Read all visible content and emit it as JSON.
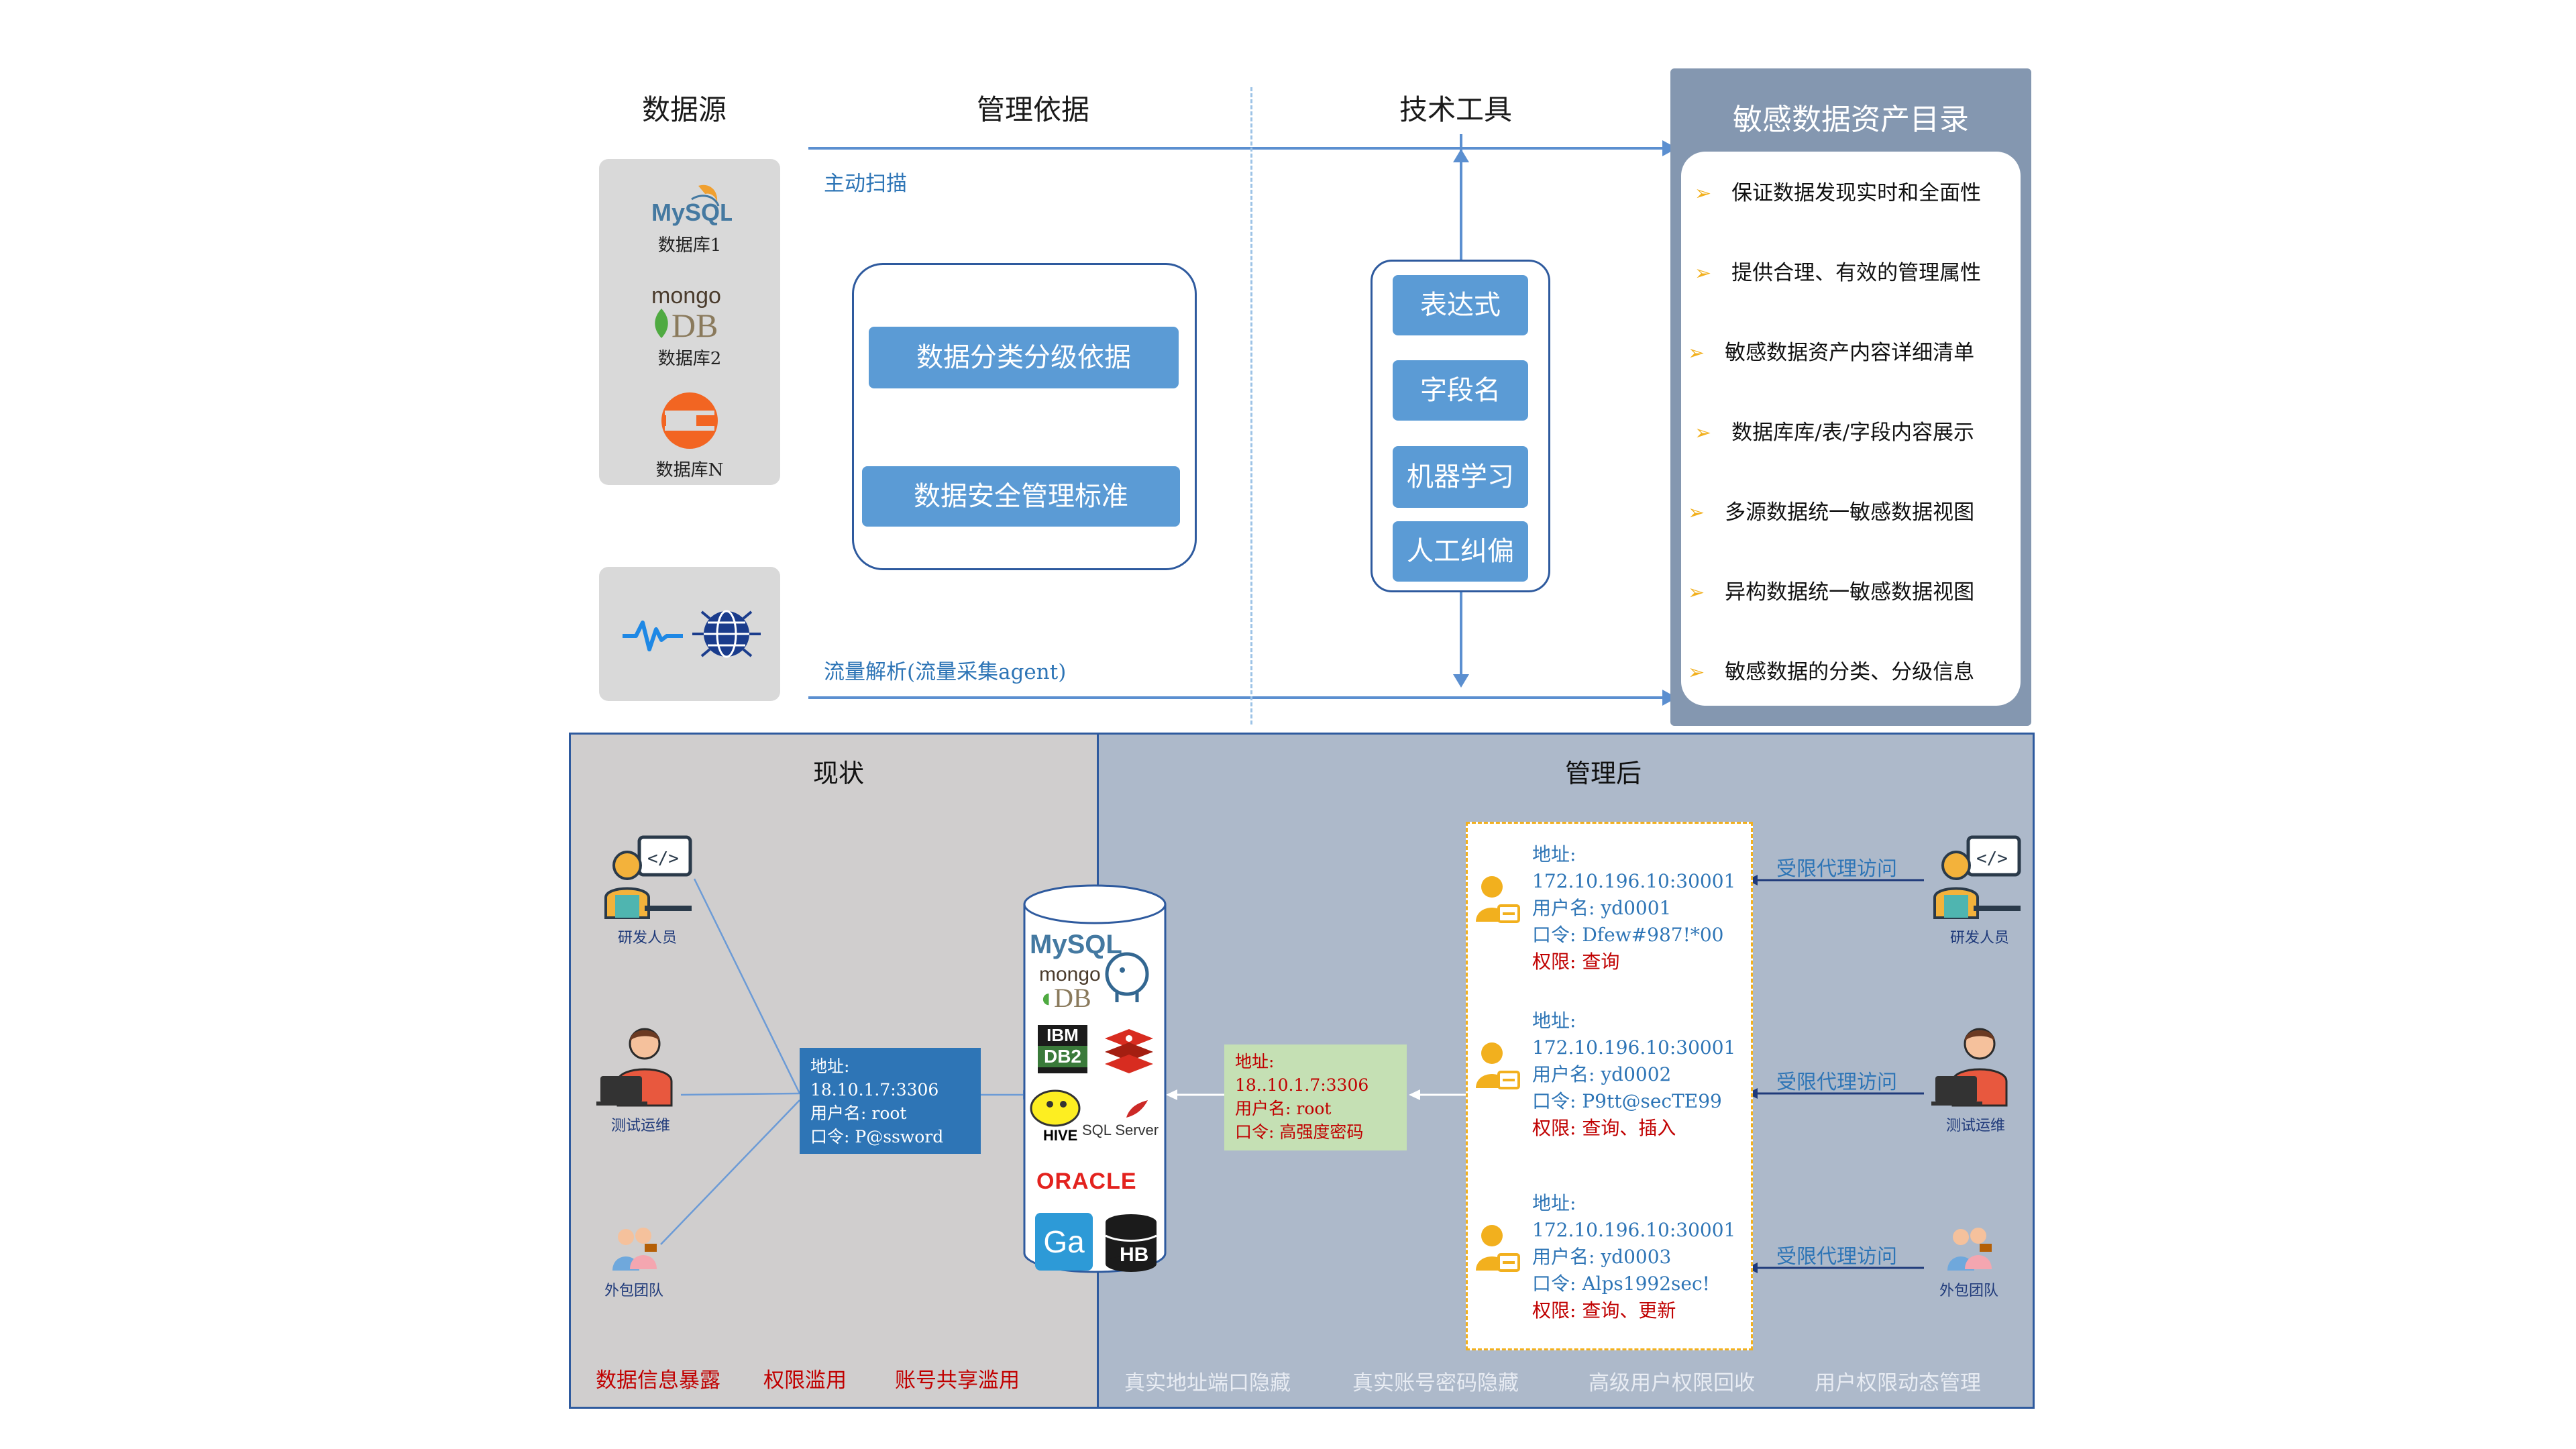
{
  "top": {
    "headers": {
      "data_source": "数据源",
      "mgmt_basis": "管理依据",
      "tech_tools": "技术工具",
      "catalog": "敏感数据资产目录"
    },
    "databases": [
      {
        "logo": "MySQL",
        "label": "数据库1"
      },
      {
        "logo_top": "mongo",
        "logo_bottom": "DB",
        "label": "数据库2"
      },
      {
        "logo": "db-n-icon",
        "label": "数据库N"
      }
    ],
    "scan_label": "主动扫描",
    "traffic_label": "流量解析(流量采集agent)",
    "basis_buttons": [
      "数据分类分级依据",
      "数据安全管理标准"
    ],
    "tool_buttons": [
      "表达式",
      "字段名",
      "机器学习",
      "人工纠偏"
    ],
    "catalog_items": [
      "保证数据发现实时和全面性",
      "提供合理、有效的管理属性",
      "敏感数据资产内容详细清单",
      "数据库库/表/字段内容展示",
      "多源数据统一敏感数据视图",
      "异构数据统一敏感数据视图",
      "敏感数据的分类、分级信息"
    ]
  },
  "bottom": {
    "left_title": "现状",
    "right_title": "管理后",
    "roles": [
      "研发人员",
      "测试运维",
      "外包团队"
    ],
    "shared_cred": [
      "地址:",
      "18.10.1.7:3306",
      "用户名: root",
      "口令: P@ssword"
    ],
    "hidden_cred": [
      "地址:",
      "18..10.1.7:3306",
      "用户名: root",
      "口令: 高强度密码"
    ],
    "db_logos": [
      "MySQL",
      "PostgreSQL",
      "mongoDB",
      "Redis",
      "IBM DB2",
      "HIVE",
      "SQL Server",
      "ORACLE",
      "Ga",
      "HB"
    ],
    "accounts": [
      {
        "addr_label": "地址:",
        "addr": "172.10.196.10:30001",
        "user": "用户名: yd0001",
        "pwd": "口令: Dfew#987!*00",
        "perm": "权限: 查询"
      },
      {
        "addr_label": "地址:",
        "addr": "172.10.196.10:30001",
        "user": "用户名: yd0002",
        "pwd": "口令: P9tt@secTE99",
        "perm": "权限: 查询、插入"
      },
      {
        "addr_label": "地址:",
        "addr": "172.10.196.10:30001",
        "user": "用户名: yd0003",
        "pwd": "口令: Alps1992sec!",
        "perm": "权限: 查询、更新"
      }
    ],
    "access_label": "受限代理访问",
    "problems": [
      "数据信息暴露",
      "权限滥用",
      "账号共享滥用"
    ],
    "solutions": [
      "真实地址端口隐藏",
      "真实账号密码隐藏",
      "高级用户权限回收",
      "用户权限动态管理"
    ]
  },
  "colors": {
    "accent_blue": "#5b9bd5",
    "catalog_bg": "#8497b0",
    "left_bg": "#d0cece",
    "right_bg": "#adb9ca",
    "problem_red": "#c00000",
    "gold": "#f2b01e"
  }
}
